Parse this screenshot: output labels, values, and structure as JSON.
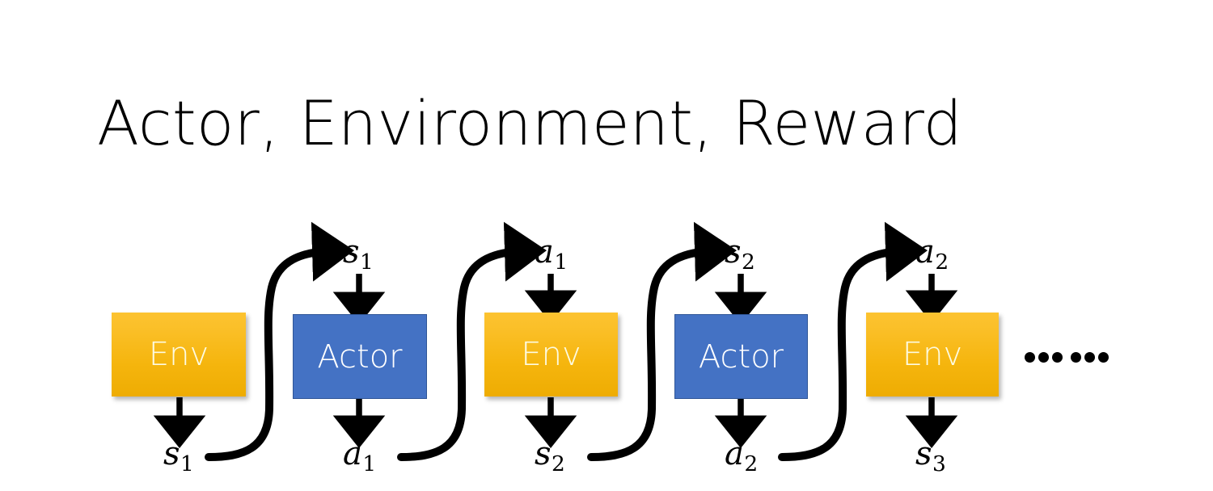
{
  "slide": {
    "title": "Actor, Environment, Reward",
    "background_color": "#ffffff"
  },
  "colors": {
    "env_fill": "#F5B50D",
    "env_fill_top": "#FCC330",
    "env_text": "#FDFBE2",
    "actor_fill": "#4472C4",
    "actor_border": "#2F5597",
    "actor_text": "#FFFFFF",
    "arrow": "#000000",
    "title_text": "#000000"
  },
  "diagram": {
    "type": "sequence-flow",
    "columns": [
      {
        "id": "col-1",
        "box_label": "Env",
        "box_kind": "env",
        "top_label": null,
        "top_label_sub": null,
        "bottom_label": "s",
        "bottom_label_sub": "1"
      },
      {
        "id": "col-2",
        "box_label": "Actor",
        "box_kind": "actor",
        "top_label": "s",
        "top_label_sub": "1",
        "bottom_label": "a",
        "bottom_label_sub": "1"
      },
      {
        "id": "col-3",
        "box_label": "Env",
        "box_kind": "env",
        "top_label": "a",
        "top_label_sub": "1",
        "bottom_label": "s",
        "bottom_label_sub": "2"
      },
      {
        "id": "col-4",
        "box_label": "Actor",
        "box_kind": "actor",
        "top_label": "s",
        "top_label_sub": "2",
        "bottom_label": "a",
        "bottom_label_sub": "2"
      },
      {
        "id": "col-5",
        "box_label": "Env",
        "box_kind": "env",
        "top_label": "a",
        "top_label_sub": "2",
        "bottom_label": "s",
        "bottom_label_sub": "3"
      }
    ],
    "continuation": {
      "glyph": "......",
      "dot_count": 6,
      "meaning": "sequence-continues"
    }
  }
}
